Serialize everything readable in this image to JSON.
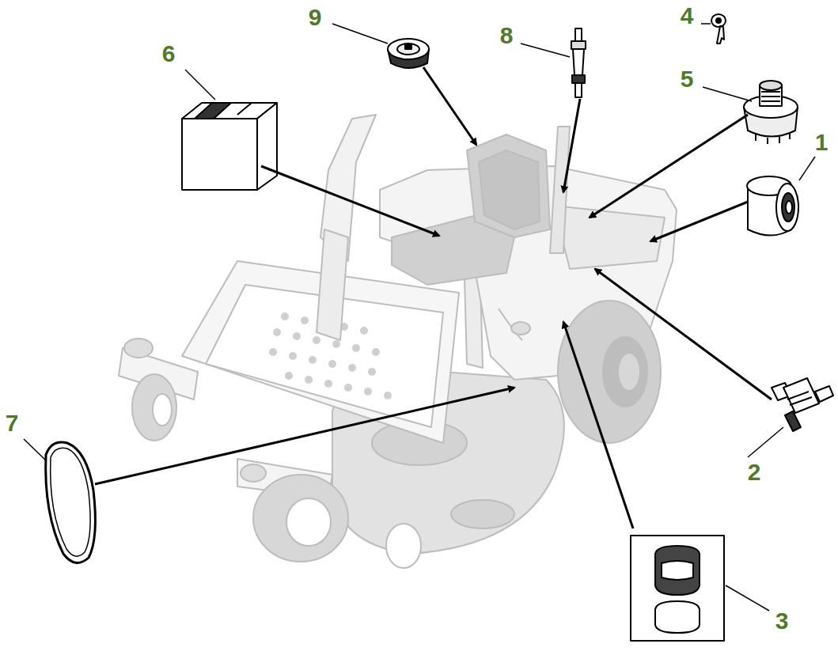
{
  "diagram": {
    "labels": [
      "4",
      "9",
      "8",
      "6",
      "5",
      "1",
      "7",
      "2",
      "3"
    ]
  }
}
